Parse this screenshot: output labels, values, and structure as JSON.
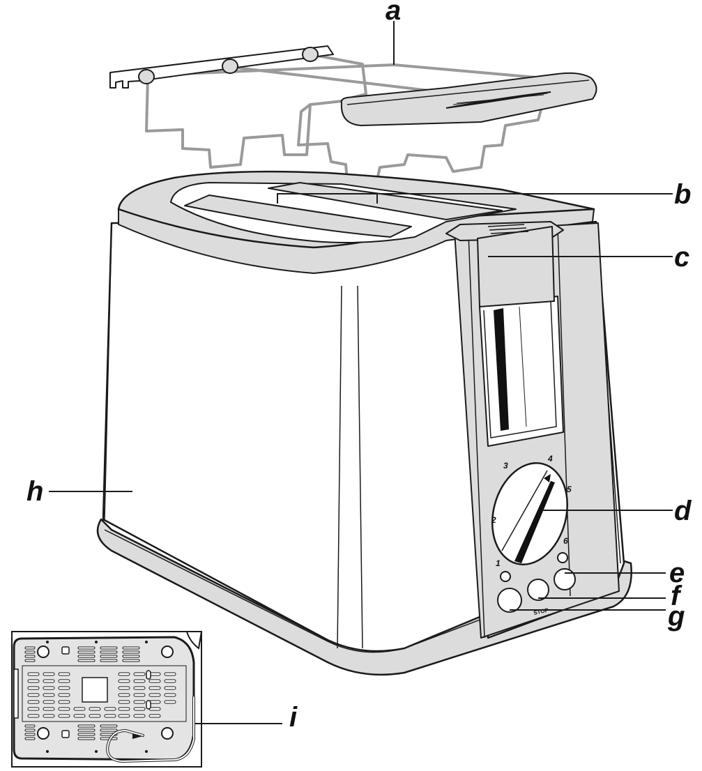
{
  "callouts": {
    "a": "a",
    "b": "b",
    "c": "c",
    "d": "d",
    "e": "e",
    "f": "f",
    "g": "g",
    "h": "h",
    "i": "i"
  },
  "dial": {
    "marks": [
      "1",
      "2",
      "3",
      "4",
      "5",
      "6"
    ]
  },
  "stop_label": "STOP",
  "colors": {
    "outline": "#1a1a1a",
    "body_fill": "#ffffff",
    "trim_fill": "#dcdcdc",
    "bun_rack": "#9a9a9a",
    "base_panel": "#e4e4e4"
  }
}
